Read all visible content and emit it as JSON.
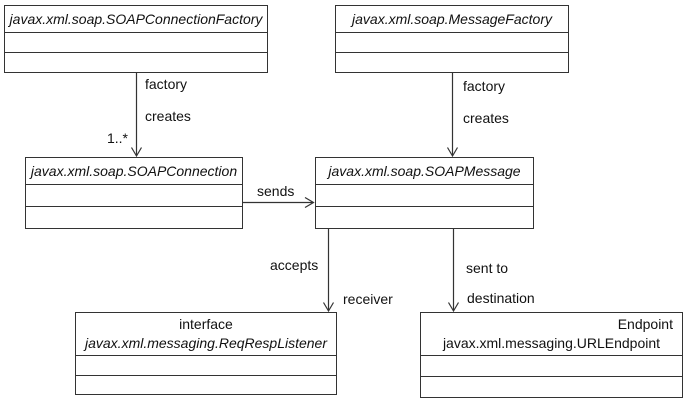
{
  "classes": {
    "soap_connection_factory": {
      "title": "javax.xml.soap.SOAPConnectionFactory"
    },
    "message_factory": {
      "title": "javax.xml.soap.MessageFactory"
    },
    "soap_connection": {
      "title": "javax.xml.soap.SOAPConnection"
    },
    "soap_message": {
      "title": "javax.xml.soap.SOAPMessage"
    },
    "req_resp_listener": {
      "stereotype": "interface",
      "title": "javax.xml.messaging.ReqRespListener"
    },
    "url_endpoint": {
      "corner_label": "Endpoint",
      "title": "javax.xml.messaging.URLEndpoint"
    }
  },
  "relations": {
    "factory_creates_left": {
      "label_line1": "factory",
      "label_line2": "creates",
      "multiplicity": "1..*"
    },
    "factory_creates_right": {
      "label_line1": "factory",
      "label_line2": "creates"
    },
    "sends": {
      "label": "sends"
    },
    "accepts": {
      "label": "accepts",
      "role": "receiver"
    },
    "sent_to": {
      "label": "sent to",
      "role": "destination"
    }
  },
  "colors": {
    "line": "#333333",
    "background": "#ffffff",
    "text": "#111111"
  }
}
